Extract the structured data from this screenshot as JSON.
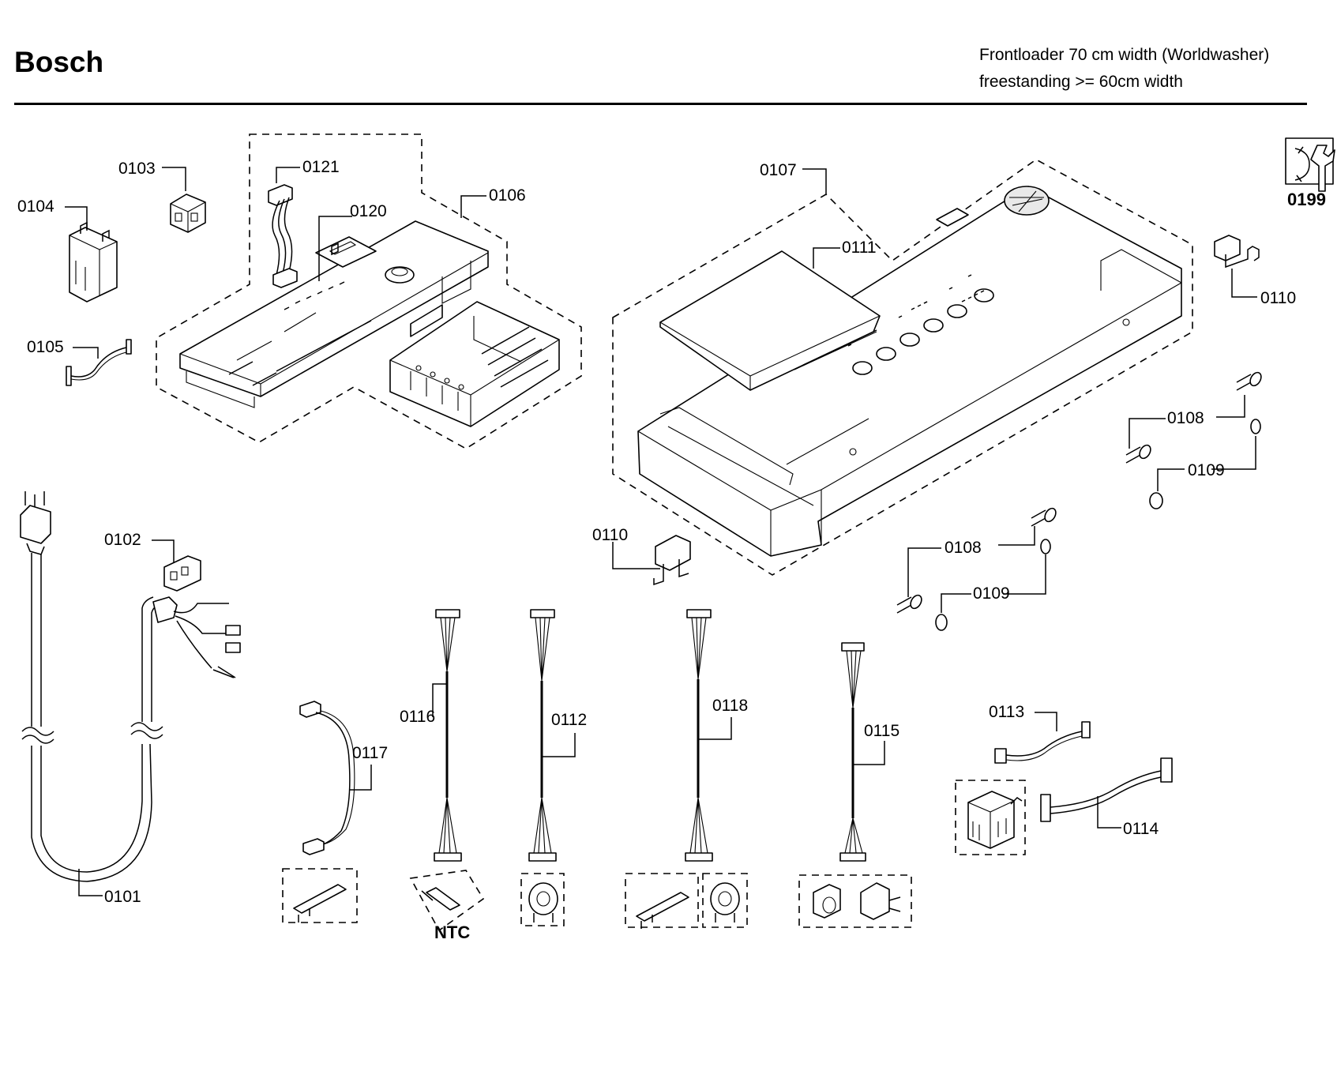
{
  "header": {
    "brand": "Bosch",
    "title_line1": "Frontloader 70 cm width (Worldwasher)",
    "title_line2": "freestanding >= 60cm width"
  },
  "labels": {
    "p0101": "0101",
    "p0102": "0102",
    "p0103": "0103",
    "p0104": "0104",
    "p0105": "0105",
    "p0106": "0106",
    "p0107": "0107",
    "p0108a": "0108",
    "p0108b": "0108",
    "p0109a": "0109",
    "p0109b": "0109",
    "p0110a": "0110",
    "p0110b": "0110",
    "p0111": "0111",
    "p0112": "0112",
    "p0113": "0113",
    "p0114": "0114",
    "p0115": "0115",
    "p0116": "0116",
    "p0117": "0117",
    "p0118": "0118",
    "p0120": "0120",
    "p0121": "0121",
    "p0199": "0199",
    "ntc": "NTC"
  },
  "icons": {
    "service_tool": "wrench-icon"
  }
}
